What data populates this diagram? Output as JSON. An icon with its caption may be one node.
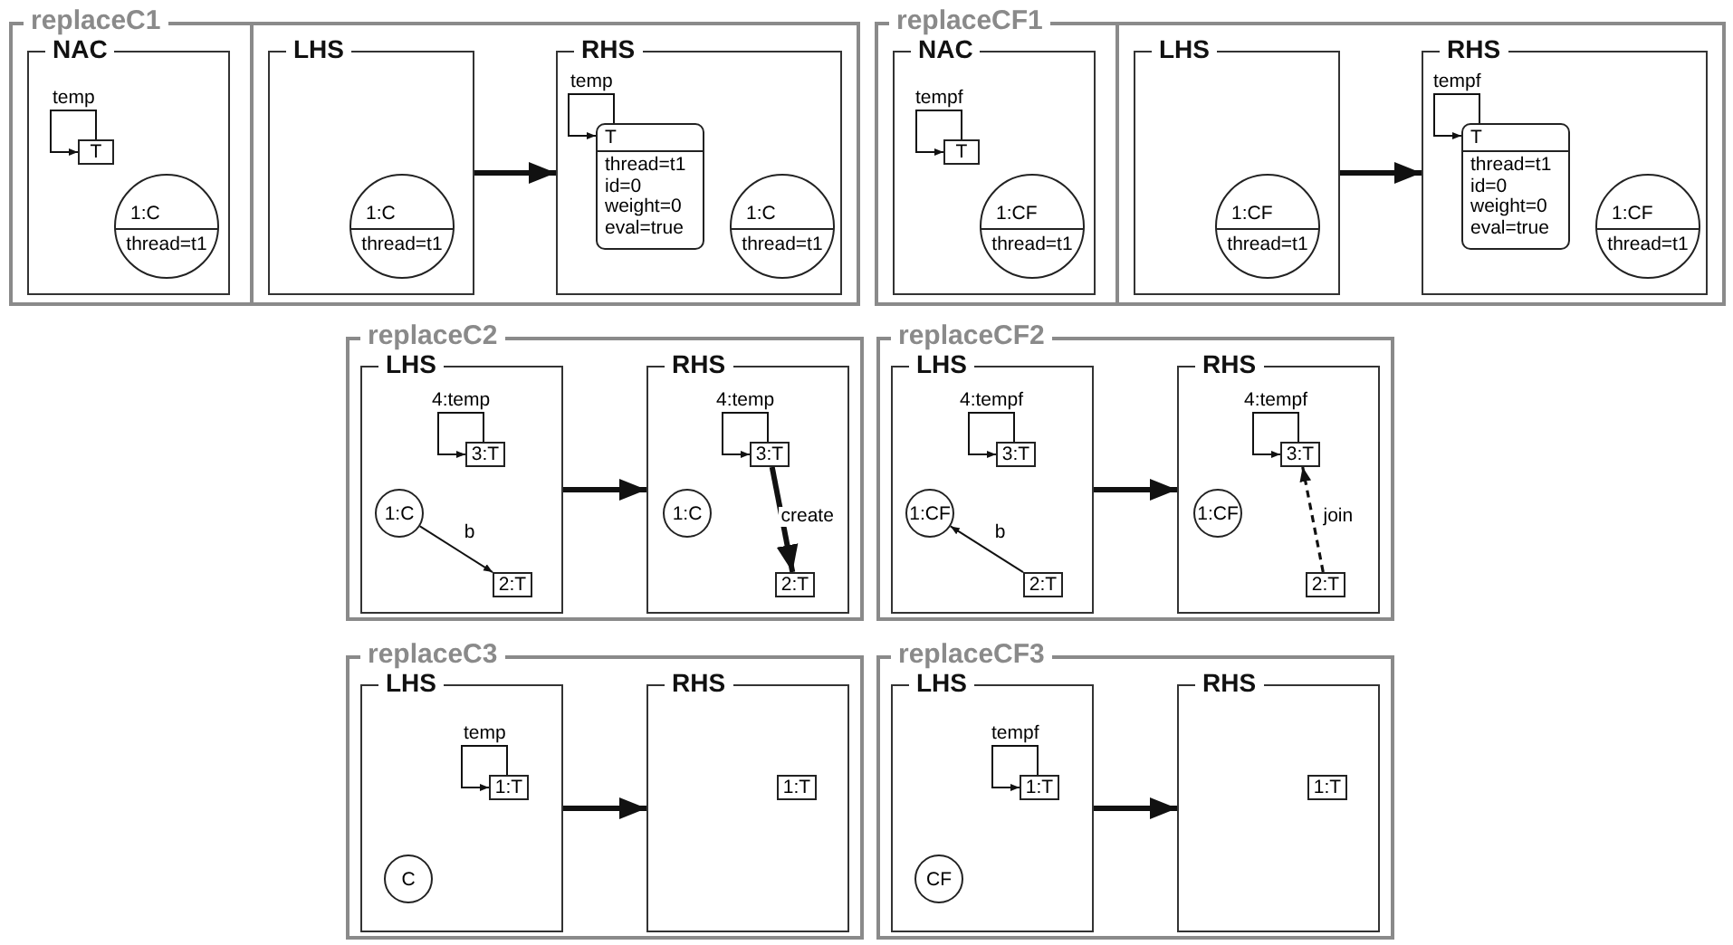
{
  "diagram": {
    "nodes": [
      {
        "text": [
          "replaceC1"
        ]
      },
      {
        "text": [
          "NAC"
        ],
        "in": 0
      },
      {
        "text": [
          "T"
        ],
        "in": 1
      },
      {
        "text": [
          "1:C",
          "thread=t1"
        ],
        "in": 1
      },
      {
        "text": [
          "LHS"
        ],
        "in": 0
      },
      {
        "text": [
          "1:C",
          "thread=t1"
        ],
        "in": 4
      },
      {
        "text": [
          "RHS"
        ],
        "in": 0
      },
      {
        "text": [
          "T",
          "thread=t1",
          "id=0",
          "weight=0",
          "eval=true"
        ],
        "in": 6
      },
      {
        "text": [
          "1:C",
          "thread=t1"
        ],
        "in": 6
      },
      {
        "text": [
          "replaceCF1"
        ]
      },
      {
        "text": [
          "NAC"
        ],
        "in": 9
      },
      {
        "text": [
          "T"
        ],
        "in": 10
      },
      {
        "text": [
          "1:CF",
          "thread=t1"
        ],
        "in": 10
      },
      {
        "text": [
          "LHS"
        ],
        "in": 9
      },
      {
        "text": [
          "1:CF",
          "thread=t1"
        ],
        "in": 13
      },
      {
        "text": [
          "RHS"
        ],
        "in": 9
      },
      {
        "text": [
          "T",
          "thread=t1",
          "id=0",
          "weight=0",
          "eval=true"
        ],
        "in": 15
      },
      {
        "text": [
          "1:CF",
          "thread=t1"
        ],
        "in": 15
      },
      {
        "text": [
          "replaceC2"
        ]
      },
      {
        "text": [
          "LHS"
        ],
        "in": 18
      },
      {
        "text": [
          "3:T"
        ],
        "in": 19
      },
      {
        "text": [
          "1:C"
        ],
        "in": 19
      },
      {
        "text": [
          "2:T"
        ],
        "in": 19
      },
      {
        "text": [
          "RHS"
        ],
        "in": 18
      },
      {
        "text": [
          "3:T"
        ],
        "in": 23
      },
      {
        "text": [
          "1:C"
        ],
        "in": 23
      },
      {
        "text": [
          "2:T"
        ],
        "in": 23
      },
      {
        "text": [
          "replaceCF2"
        ]
      },
      {
        "text": [
          "LHS"
        ],
        "in": 27
      },
      {
        "text": [
          "3:T"
        ],
        "in": 28
      },
      {
        "text": [
          "1:CF"
        ],
        "in": 28
      },
      {
        "text": [
          "2:T"
        ],
        "in": 28
      },
      {
        "text": [
          "RHS"
        ],
        "in": 27
      },
      {
        "text": [
          "3:T"
        ],
        "in": 32
      },
      {
        "text": [
          "1:CF"
        ],
        "in": 32
      },
      {
        "text": [
          "2:T"
        ],
        "in": 32
      },
      {
        "text": [
          "replaceC3"
        ]
      },
      {
        "text": [
          "LHS"
        ],
        "in": 36
      },
      {
        "text": [
          "1:T"
        ],
        "in": 37
      },
      {
        "text": [
          "C"
        ],
        "in": 37
      },
      {
        "text": [
          "RHS"
        ],
        "in": 36
      },
      {
        "text": [
          "1:T"
        ],
        "in": 40
      },
      {
        "text": [
          "replaceCF3"
        ]
      },
      {
        "text": [
          "LHS"
        ],
        "in": 42
      },
      {
        "text": [
          "1:T"
        ],
        "in": 43
      },
      {
        "text": [
          "CF"
        ],
        "in": 43
      },
      {
        "text": [
          "RHS"
        ],
        "in": 42
      },
      {
        "text": [
          "1:T"
        ],
        "in": 46
      }
    ],
    "edges": [
      {
        "from": 2,
        "to": 2,
        "arrow": "to",
        "label": "temp"
      },
      {
        "from": 4,
        "to": 6,
        "arrow": "to",
        "style": "thick"
      },
      {
        "from": 7,
        "to": 7,
        "arrow": "to",
        "label": "temp"
      },
      {
        "from": 11,
        "to": 11,
        "arrow": "to",
        "label": "tempf"
      },
      {
        "from": 13,
        "to": 15,
        "arrow": "to",
        "style": "thick"
      },
      {
        "from": 16,
        "to": 16,
        "arrow": "to",
        "label": "tempf"
      },
      {
        "from": 20,
        "to": 20,
        "arrow": "to",
        "label": "4:temp"
      },
      {
        "from": 21,
        "to": 22,
        "arrow": "to",
        "label": "b"
      },
      {
        "from": 19,
        "to": 23,
        "arrow": "to",
        "style": "thick"
      },
      {
        "from": 24,
        "to": 24,
        "arrow": "to",
        "label": "4:temp"
      },
      {
        "from": 24,
        "to": 26,
        "arrow": "to",
        "label": "create",
        "style": "thick"
      },
      {
        "from": 29,
        "to": 29,
        "arrow": "to",
        "label": "4:tempf"
      },
      {
        "from": 31,
        "to": 30,
        "arrow": "to",
        "label": "b"
      },
      {
        "from": 28,
        "to": 32,
        "arrow": "to",
        "style": "thick"
      },
      {
        "from": 33,
        "to": 33,
        "arrow": "to",
        "label": "4:tempf"
      },
      {
        "from": 35,
        "to": 33,
        "arrow": "to",
        "label": "join",
        "style": "dashed"
      },
      {
        "from": 38,
        "to": 38,
        "arrow": "to",
        "label": "temp"
      },
      {
        "from": 37,
        "to": 40,
        "arrow": "to",
        "style": "thick"
      },
      {
        "from": 44,
        "to": 44,
        "arrow": "to",
        "label": "tempf"
      },
      {
        "from": 43,
        "to": 46,
        "arrow": "to",
        "style": "thick"
      }
    ]
  }
}
